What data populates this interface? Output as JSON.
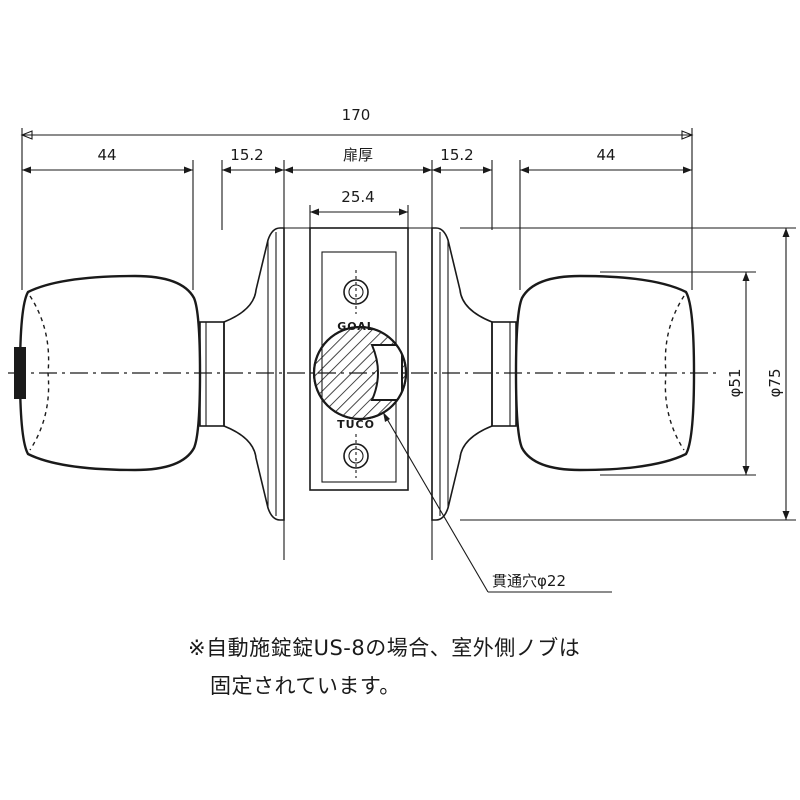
{
  "dimensions": {
    "overall": "170",
    "knob_left": "44",
    "rose_left": "15.2",
    "door_thickness": "扉厚",
    "rose_right": "15.2",
    "knob_right": "44",
    "backset_width": "25.4",
    "knob_diameter": "φ51",
    "rose_diameter": "φ75"
  },
  "callout": {
    "through_hole": "貫通穴φ22"
  },
  "stamp": {
    "top": "GOAL",
    "bottom": "TUCO"
  },
  "notes": {
    "line1": "※自動施錠錠US-8の場合、室外側ノブは",
    "line2": "固定されています。"
  }
}
